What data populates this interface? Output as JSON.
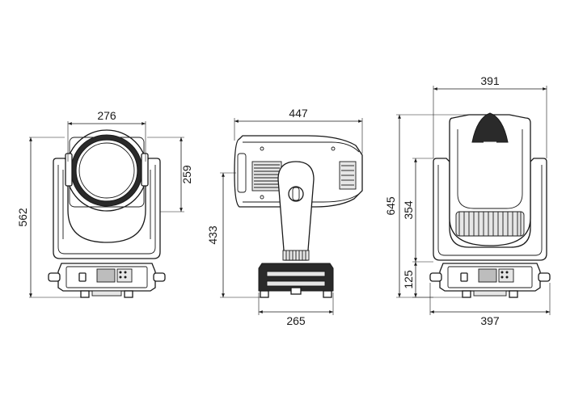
{
  "views": {
    "front": {
      "width_label": "276",
      "height_label": "562",
      "head_label": "259"
    },
    "side": {
      "width_label": "447",
      "height_label": "433",
      "base_label": "265"
    },
    "rear": {
      "top_width_label": "391",
      "total_height_label": "645",
      "head_label": "354",
      "base_height_label": "125",
      "base_width_label": "397"
    }
  }
}
